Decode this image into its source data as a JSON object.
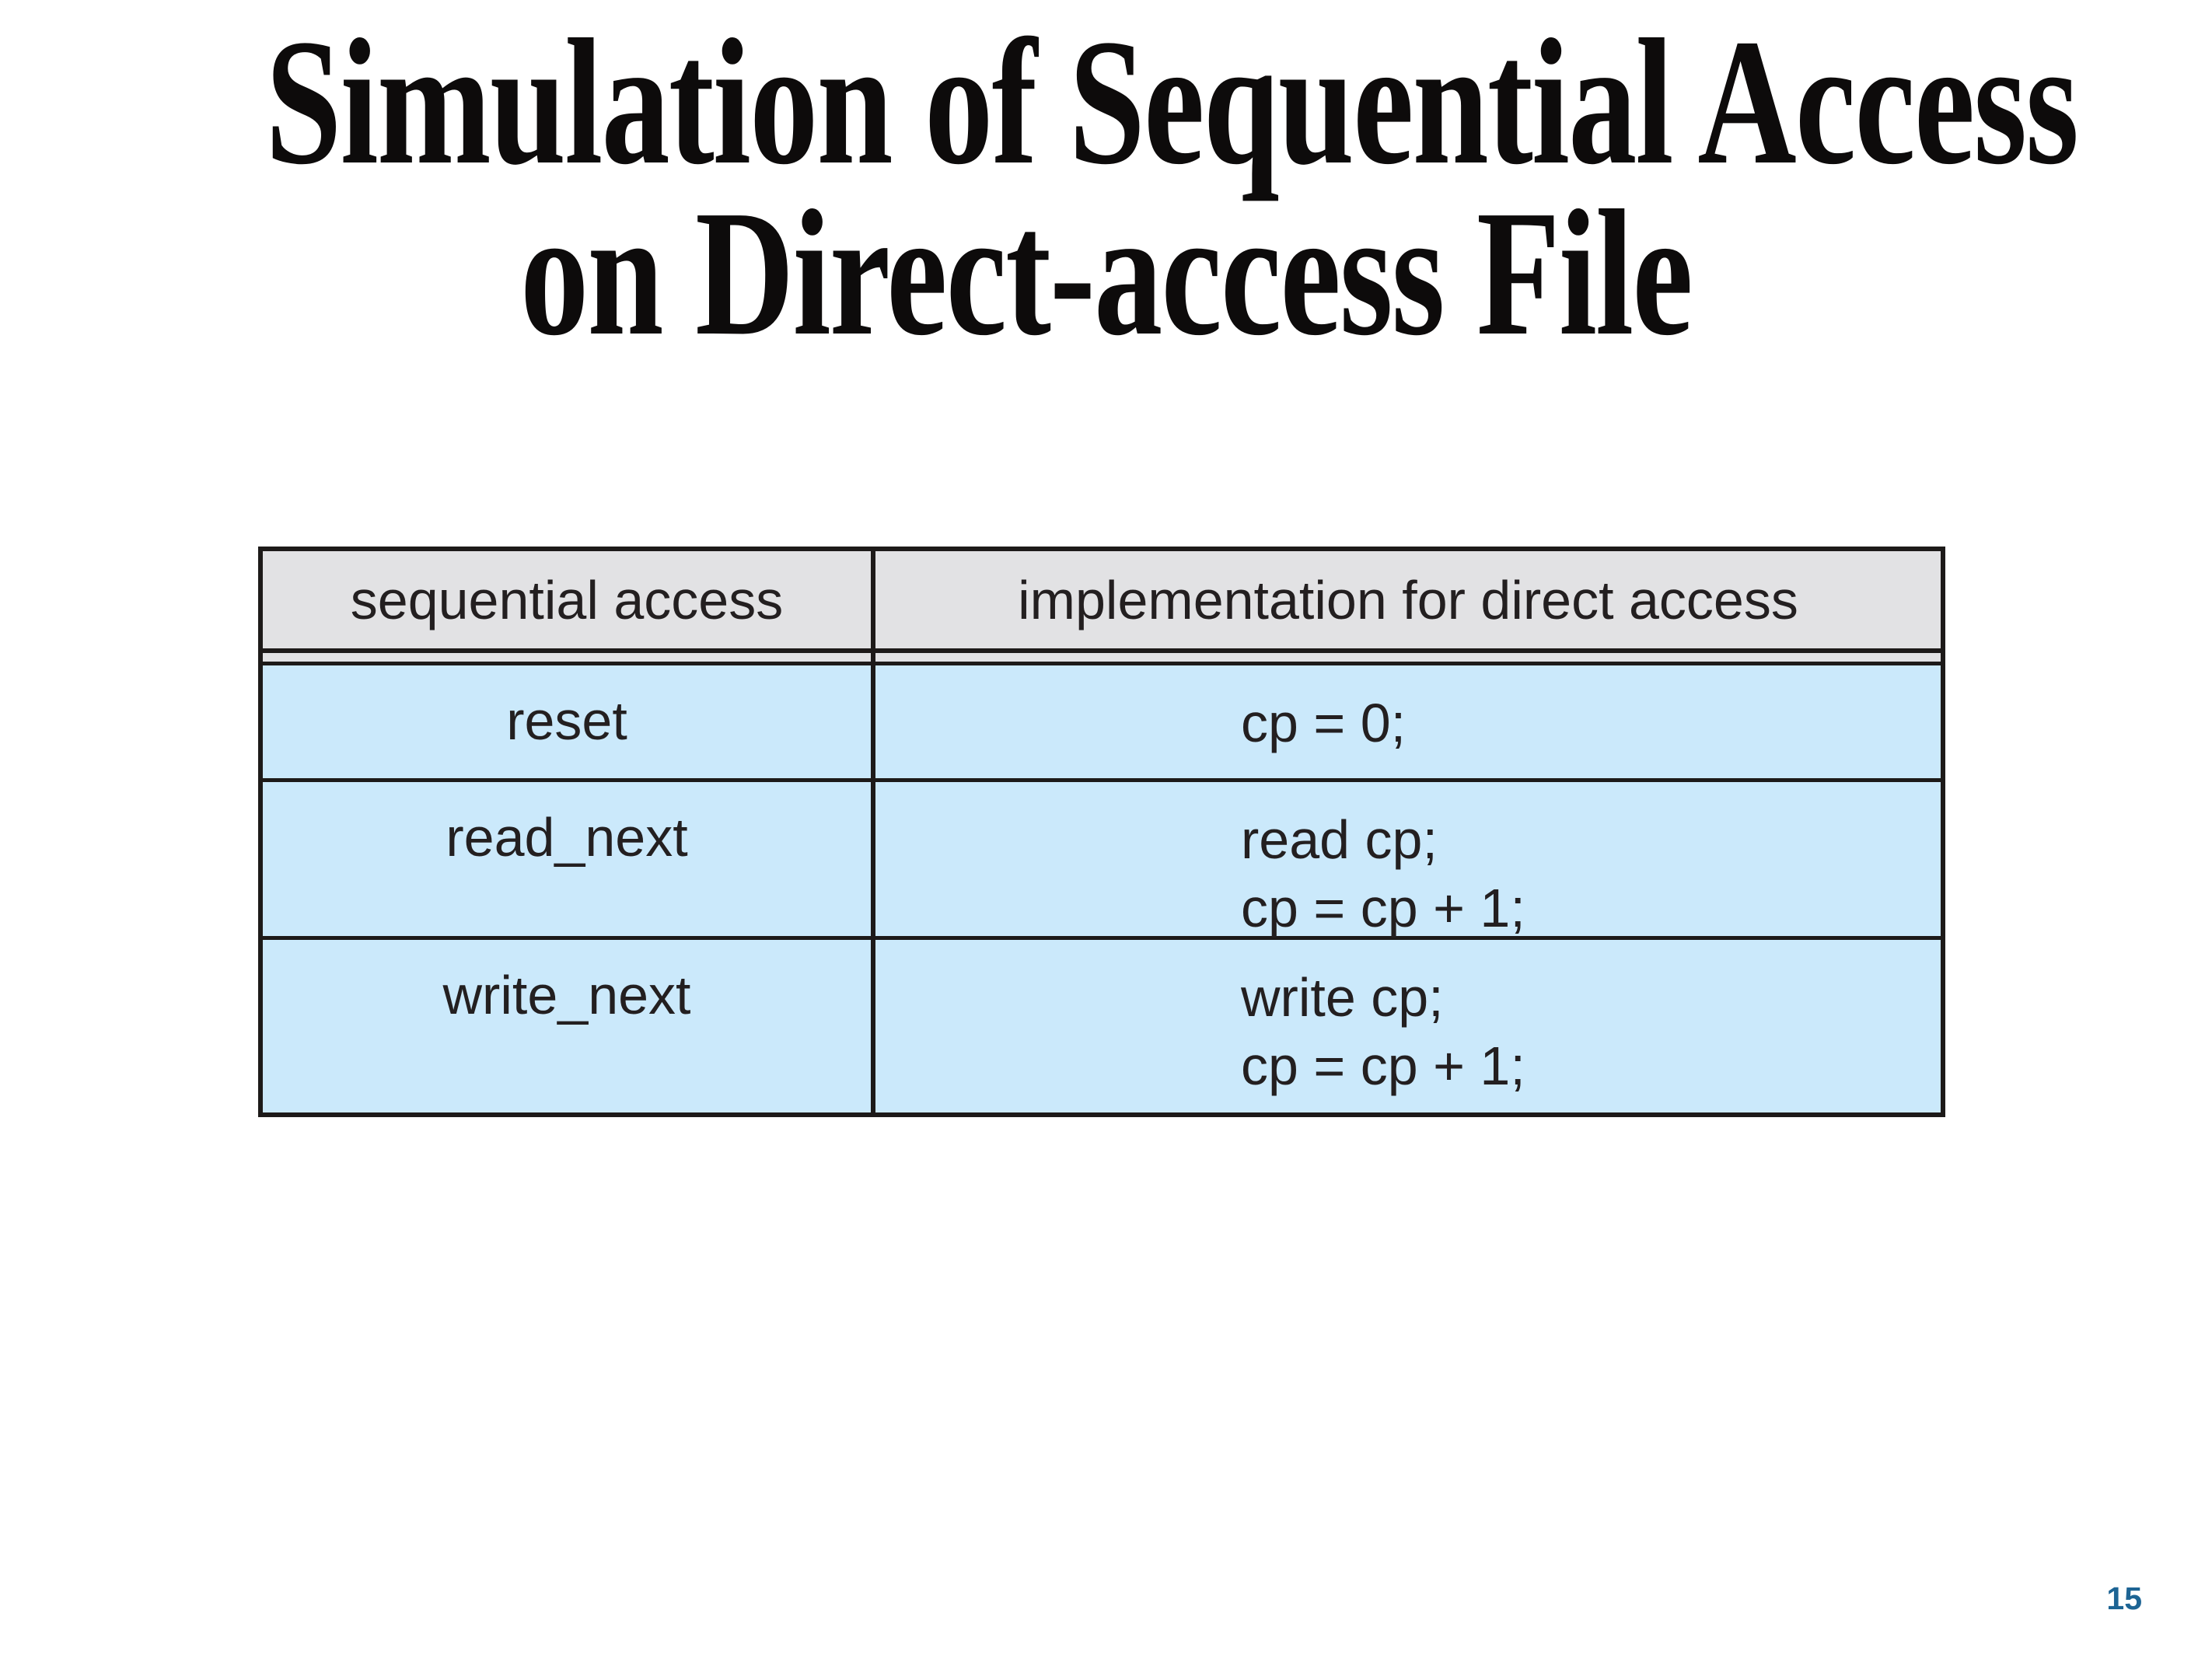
{
  "slide": {
    "title": {
      "line1": "Simulation of Sequential Access",
      "line2": "on Direct-access File"
    },
    "page_number": "15"
  },
  "table": {
    "headers": [
      "sequential access",
      "implementation for direct access"
    ],
    "rows": [
      {
        "operation": "reset",
        "lines": [
          "cp = 0;"
        ]
      },
      {
        "operation": "read_next",
        "lines": [
          "read cp;",
          "cp = cp + 1;"
        ]
      },
      {
        "operation": "write_next",
        "lines": [
          "write cp;",
          "cp = cp + 1;"
        ]
      }
    ]
  },
  "colors": {
    "header_bg": "#e2e2e4",
    "row_bg": "#cbe9fb",
    "border": "#1d1a19",
    "title_text": "#0d0b0b",
    "table_text": "#231f20",
    "page_number": "#1d6494"
  }
}
